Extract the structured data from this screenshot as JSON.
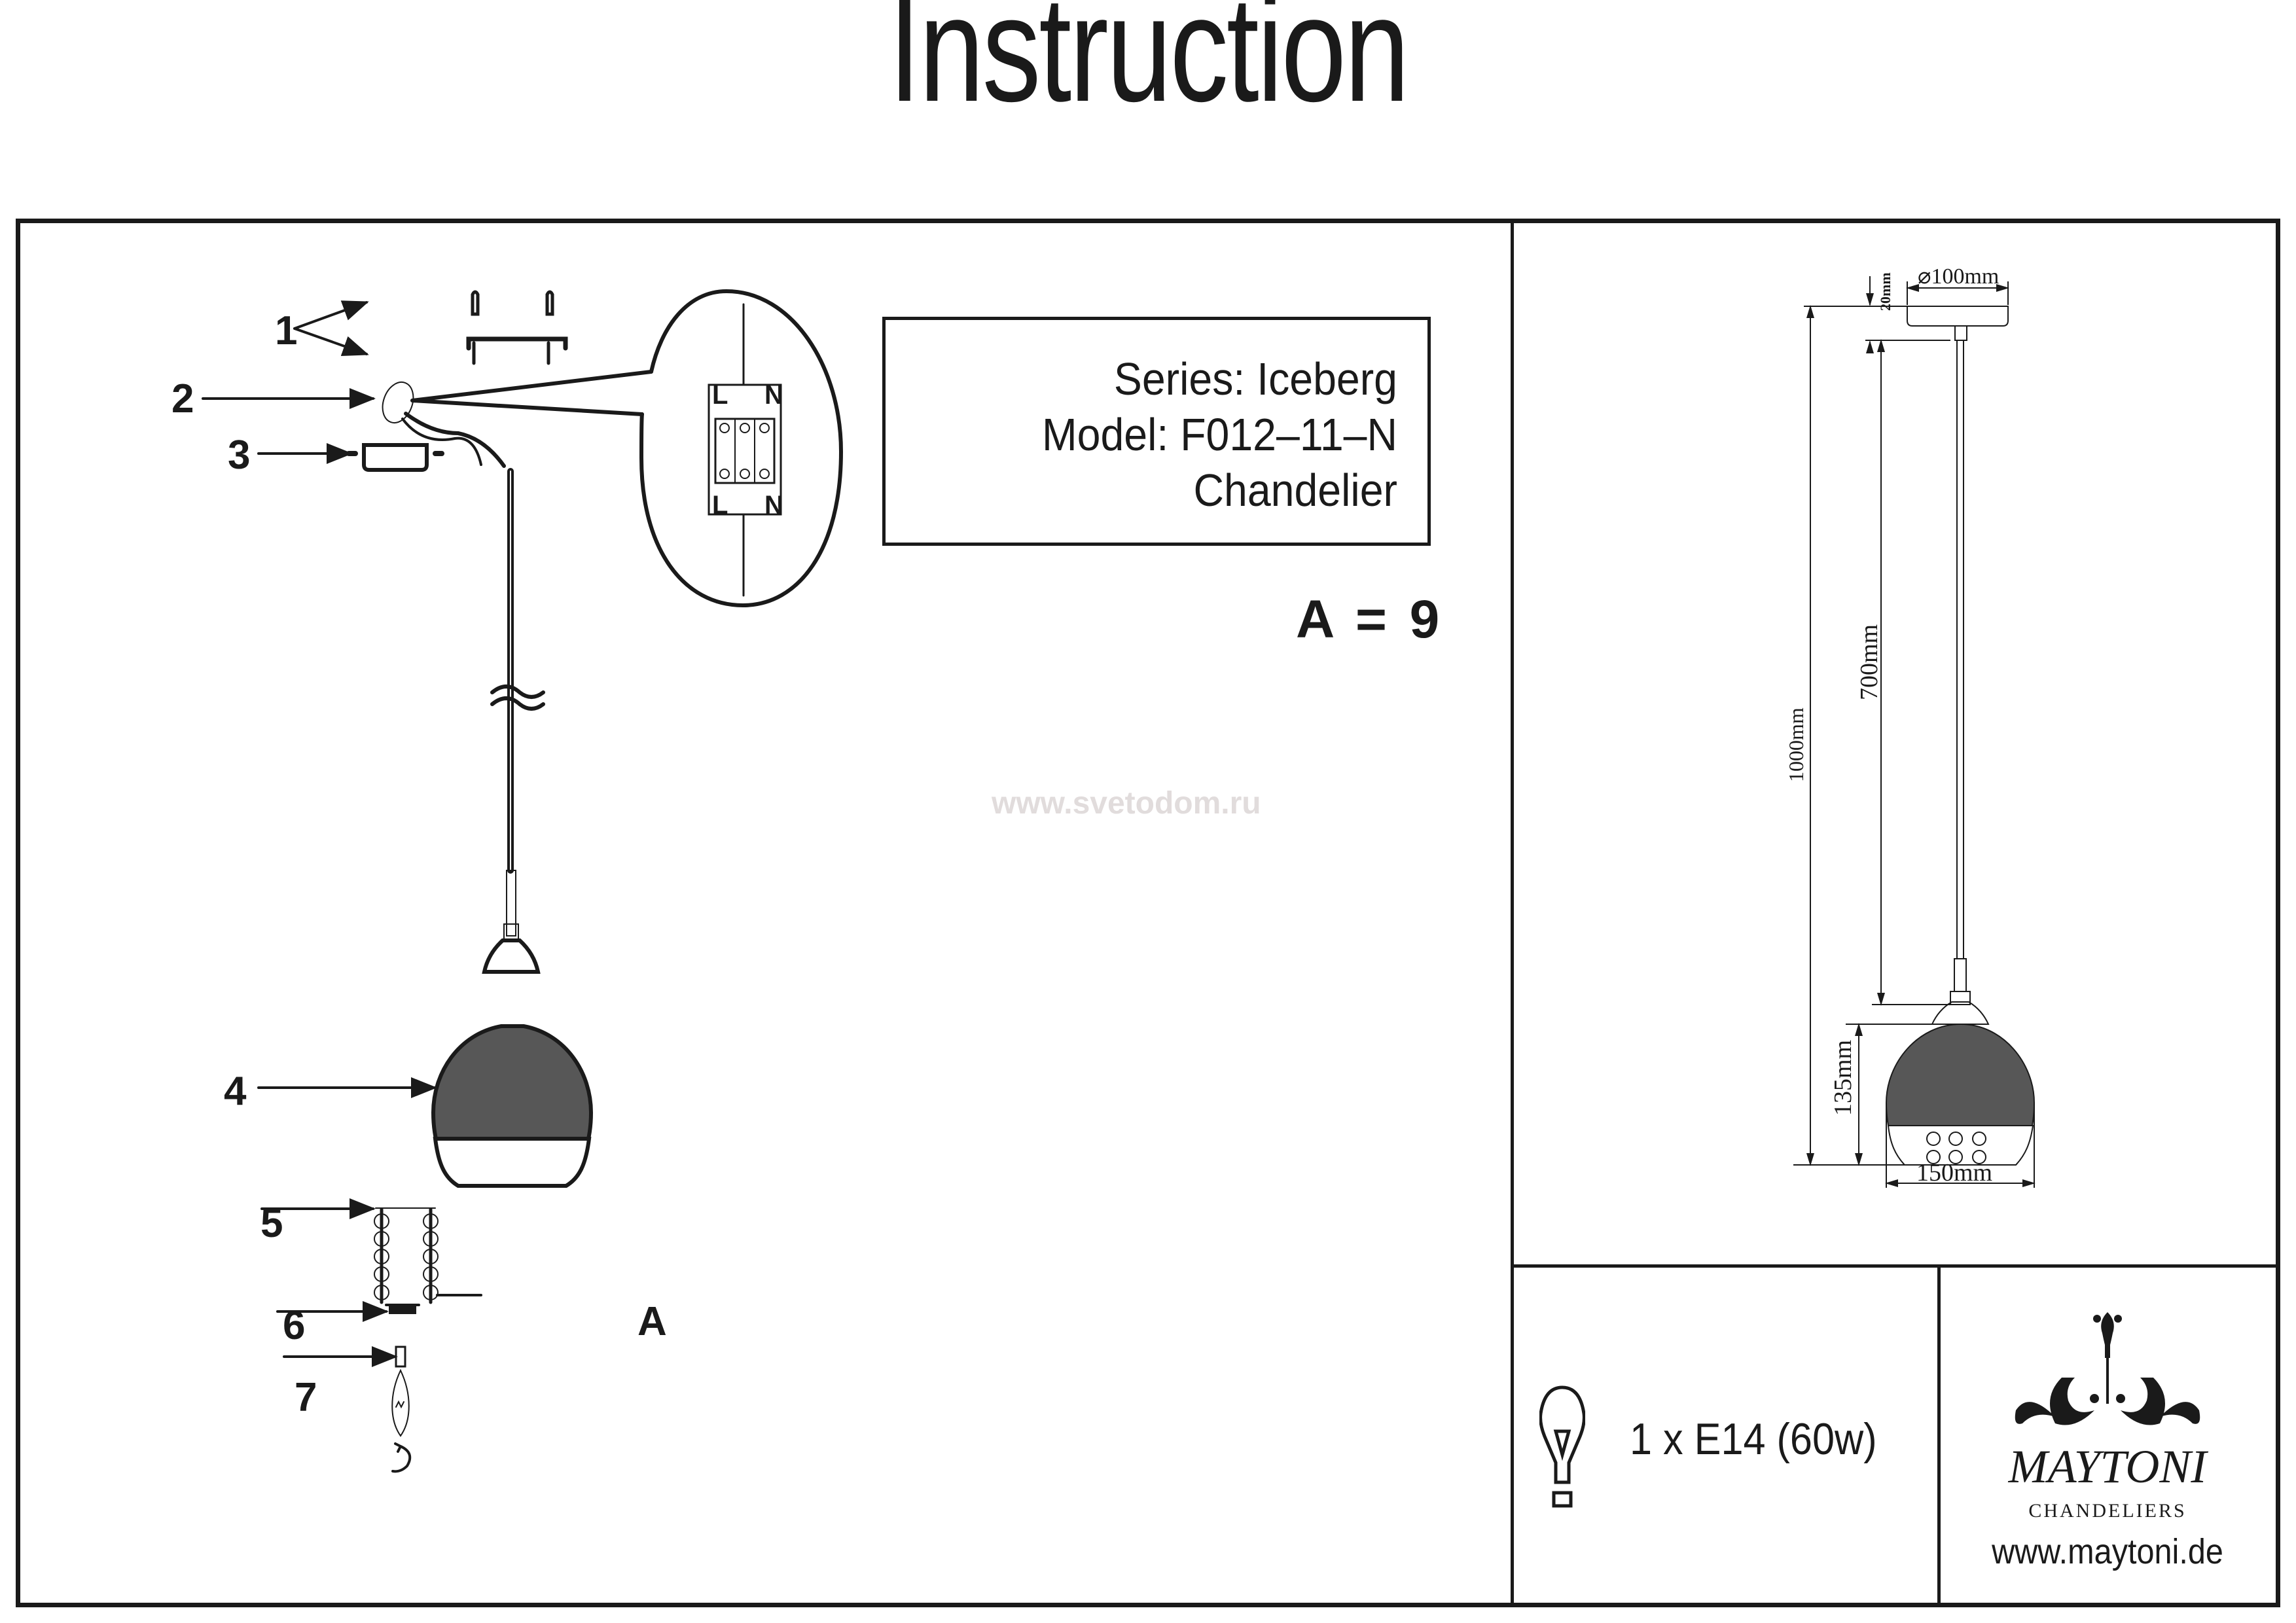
{
  "header": {
    "title": "Instruction"
  },
  "product": {
    "series": "Series: Iceberg",
    "model": "Model: F012–11–N",
    "type": "Chandelier"
  },
  "parts_note": "A = 9",
  "assembly": {
    "callouts": [
      "1",
      "2",
      "3",
      "4",
      "5",
      "6",
      "7",
      "A"
    ],
    "terminal_labels": [
      "L",
      "N",
      "L",
      "N"
    ]
  },
  "watermark": "www.svetodom.ru",
  "dimensions": {
    "canopy_diameter": "⌀100mm",
    "canopy_height": "20mm",
    "total_height": "1000mm",
    "cable_length": "700mm",
    "shade_height": "135mm",
    "shade_width": "150mm"
  },
  "lamp": {
    "spec": "1 x E14 (60w)",
    "icon": "light-bulb-icon"
  },
  "brand": {
    "name": "MAYTONI",
    "subtitle": "CHANDELIERS",
    "url": "www.maytoni.de"
  },
  "colors": {
    "ink": "#1a1a1a",
    "shade_fill": "#575757",
    "watermark": "#e1dcdc"
  }
}
